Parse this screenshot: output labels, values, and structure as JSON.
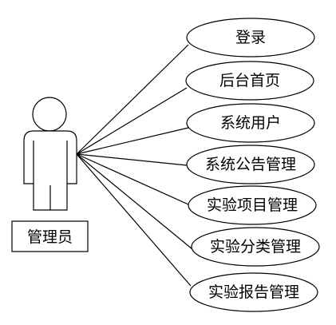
{
  "actor": {
    "name": "管理员"
  },
  "use_cases": [
    {
      "label": "登录"
    },
    {
      "label": "后台首页"
    },
    {
      "label": "系统用户"
    },
    {
      "label": "系统公告管理"
    },
    {
      "label": "实验项目管理"
    },
    {
      "label": "实验分类管理"
    },
    {
      "label": "实验报告管理"
    }
  ]
}
